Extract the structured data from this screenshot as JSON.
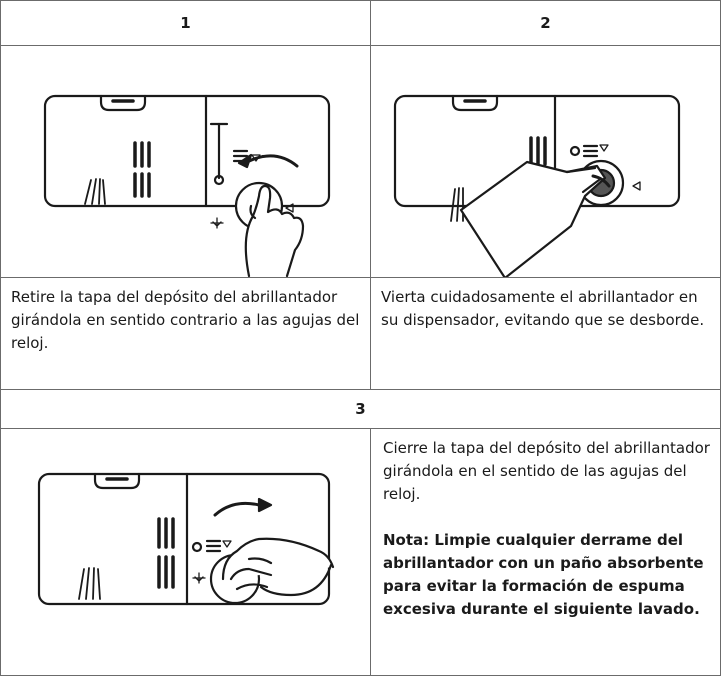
{
  "steps": [
    {
      "number": "1",
      "text": "Retire la tapa del depósito del abrillantador girándola en sentido contrario a las agujas del reloj."
    },
    {
      "number": "2",
      "text": "Vierta cuidadosamente el abrillantador en su dispensador, evitando que se desborde."
    },
    {
      "number": "3",
      "text": "Cierre la tapa del depósito del abrillantador girándola en el sentido de las agujas del reloj.",
      "note": "Nota: Limpie cualquier derrame del abrillantador con un paño absorbente para evitar la formación de espuma excesiva durante el siguiente lavado."
    }
  ]
}
